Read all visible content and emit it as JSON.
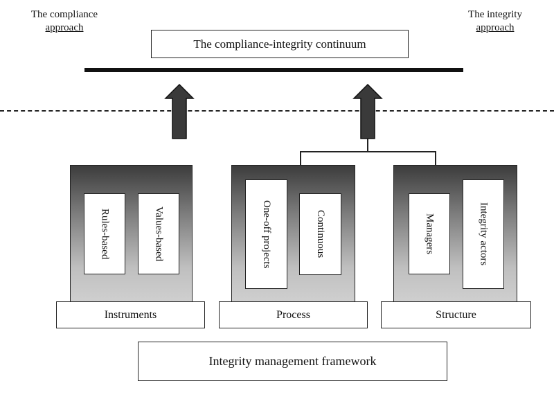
{
  "header": {
    "left_note_line1": "The compliance",
    "left_note_line2": "approach",
    "right_note_line1": "The integrity",
    "right_note_line2": "approach"
  },
  "continuum": {
    "label": "The compliance-integrity continuum"
  },
  "pillars": [
    {
      "label": "Instruments",
      "items": [
        "Rules-based",
        "Values-based"
      ]
    },
    {
      "label": "Process",
      "items": [
        "One-off projects",
        "Continuous"
      ]
    },
    {
      "label": "Structure",
      "items": [
        "Managers",
        "Integrity actors"
      ]
    }
  ],
  "framework": {
    "label": "Integrity management framework"
  },
  "colors": {
    "arrow": "#3a3a3a",
    "border": "#222222",
    "pillar_top": "#3c3c3c",
    "pillar_bottom": "#cfcfcf"
  }
}
